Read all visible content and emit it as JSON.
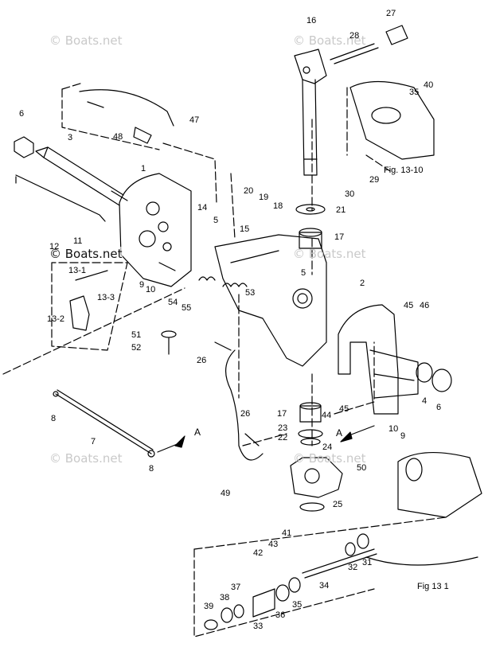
{
  "watermark": "© Boats.net",
  "figure_refs": {
    "top_right": "Fig. 13-10",
    "bottom_right": "Fig 13 1"
  },
  "arrow_label": "A",
  "parts": [
    "1",
    "2",
    "3",
    "4",
    "5",
    "6",
    "7",
    "8",
    "9",
    "10",
    "11",
    "12",
    "13-1",
    "13-2",
    "13-3",
    "14",
    "15",
    "16",
    "17",
    "18",
    "19",
    "20",
    "21",
    "22",
    "23",
    "24",
    "25",
    "26",
    "27",
    "28",
    "29",
    "30",
    "31",
    "32",
    "33",
    "34",
    "35",
    "36",
    "37",
    "38",
    "39",
    "40",
    "41",
    "42",
    "43",
    "44",
    "45",
    "46",
    "47",
    "48",
    "49",
    "50",
    "51",
    "52",
    "53",
    "54",
    "55"
  ]
}
